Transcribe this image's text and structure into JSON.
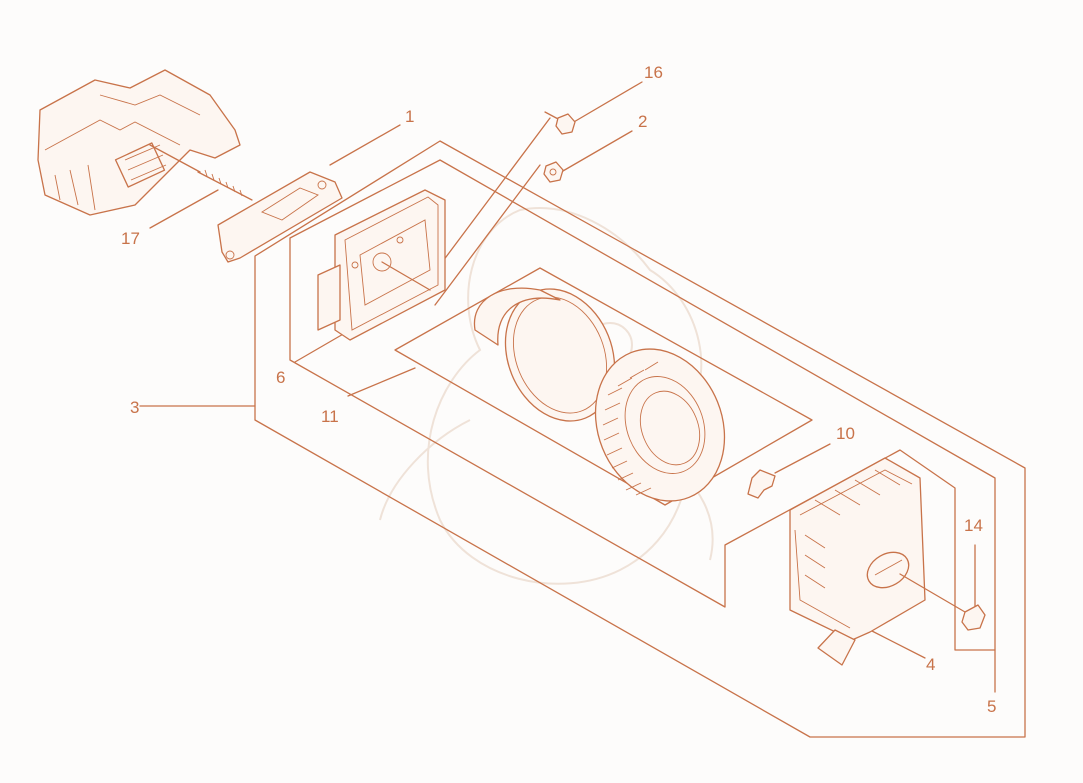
{
  "diagram": {
    "accent_color": "#c8734a",
    "background_color": "#fdfcfb",
    "callouts": {
      "c1": "1",
      "c2": "2",
      "c3": "3",
      "c4": "4",
      "c5": "5",
      "c6": "6",
      "c10": "10",
      "c11": "11",
      "c14": "14",
      "c16": "16",
      "c17": "17"
    }
  }
}
